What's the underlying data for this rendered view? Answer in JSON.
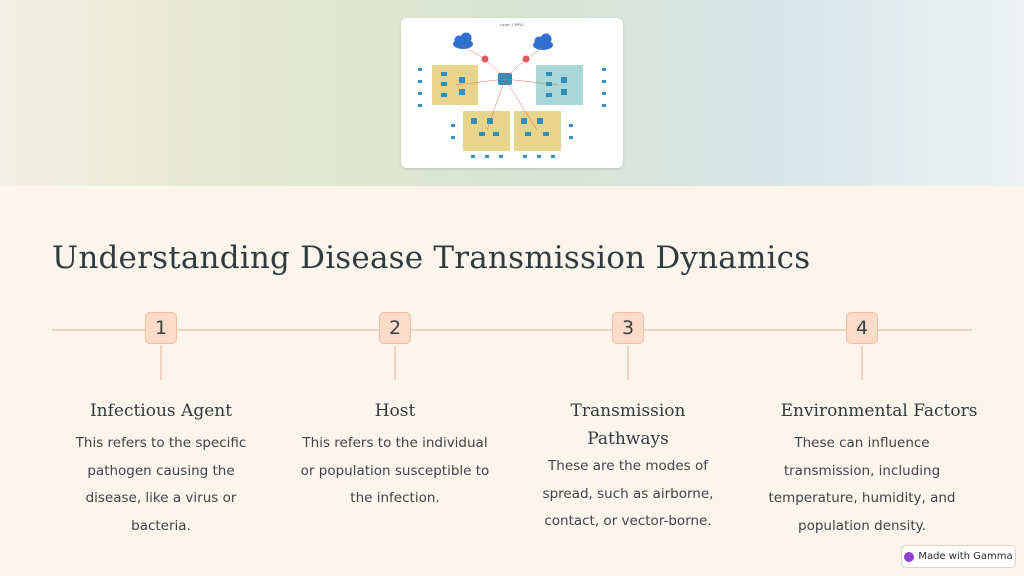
{
  "hero": {
    "diagram_caption": "Layer 3 MPLS"
  },
  "title": "Understanding Disease Transmission Dynamics",
  "steps": [
    {
      "number": "1",
      "title": "Infectious Agent",
      "description": "This refers to the specific pathogen causing the disease, like a virus or bacteria."
    },
    {
      "number": "2",
      "title": "Host",
      "description": "This refers to the individual or population susceptible to the infection."
    },
    {
      "number": "3",
      "title": "Transmission Pathways",
      "description": "These are the modes of spread, such as airborne, contact, or vector-borne."
    },
    {
      "number": "4",
      "title": "Environmental Factors",
      "description": "These can influence transmission, including temperature, humidity, and population density."
    }
  ],
  "footer": {
    "badge_label": "Made with Gamma"
  },
  "colors": {
    "background": "#fdf4ec",
    "badge_fill": "#fbdcc8",
    "timeline": "#ecd4c0",
    "heading": "#2f3b3f"
  }
}
